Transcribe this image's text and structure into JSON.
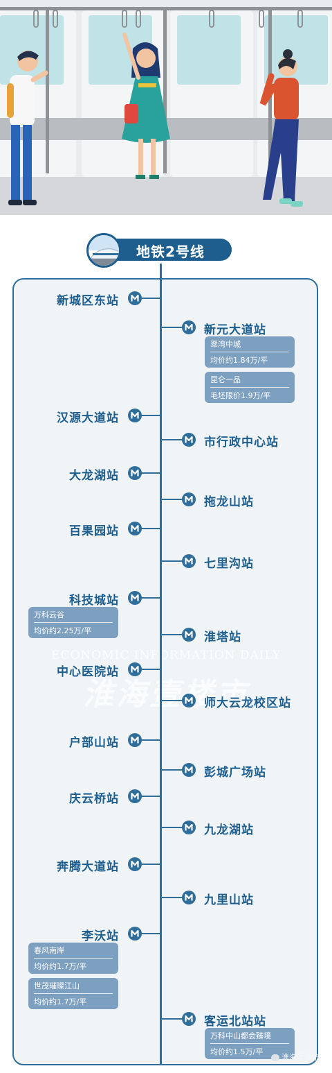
{
  "header": {
    "title": "地铁2号线"
  },
  "colors": {
    "primary": "#1d5e8f",
    "line": "#2f6e9b",
    "card": "#7d9fc0",
    "frame_bg": "#f0f4f7"
  },
  "watermark": {
    "en": "ECONOMIC INFORMATION DAILY",
    "cn": "淮海壹楼市"
  },
  "footer": {
    "wechat": "淮海壹楼市"
  },
  "stations": [
    {
      "name": "新城区东站",
      "side": "left",
      "cards": []
    },
    {
      "name": "新元大道站",
      "side": "right",
      "cards": [
        {
          "name": "翠湾中城",
          "price": "均价约1.84万/平"
        },
        {
          "name": "昆仑一品",
          "price": "毛坯限价1.9万/平"
        }
      ]
    },
    {
      "name": "汉源大道站",
      "side": "left",
      "cards": []
    },
    {
      "name": "市行政中心站",
      "side": "right",
      "cards": []
    },
    {
      "name": "大龙湖站",
      "side": "left",
      "cards": []
    },
    {
      "name": "拖龙山站",
      "side": "right",
      "cards": []
    },
    {
      "name": "百果园站",
      "side": "left",
      "cards": []
    },
    {
      "name": "七里沟站",
      "side": "right",
      "cards": []
    },
    {
      "name": "科技城站",
      "side": "left",
      "cards": [
        {
          "name": "万科云谷",
          "price": "均价约2.25万/平"
        }
      ]
    },
    {
      "name": "淮塔站",
      "side": "right",
      "cards": []
    },
    {
      "name": "中心医院站",
      "side": "left",
      "cards": []
    },
    {
      "name": "师大云龙校区站",
      "side": "right",
      "cards": []
    },
    {
      "name": "户部山站",
      "side": "left",
      "cards": []
    },
    {
      "name": "彭城广场站",
      "side": "right",
      "cards": []
    },
    {
      "name": "庆云桥站",
      "side": "left",
      "cards": []
    },
    {
      "name": "九龙湖站",
      "side": "right",
      "cards": []
    },
    {
      "name": "奔腾大道站",
      "side": "left",
      "cards": []
    },
    {
      "name": "九里山站",
      "side": "right",
      "cards": []
    },
    {
      "name": "李沃站",
      "side": "left",
      "cards": [
        {
          "name": "春风南岸",
          "price": "均价约1.7万/平"
        },
        {
          "name": "世茂璀璨江山",
          "price": "均价约1.7万/平"
        }
      ]
    },
    {
      "name": "客运北站站",
      "side": "right",
      "cards": [
        {
          "name": "万科中山都会臻境",
          "price": "均价约1.5万/平"
        }
      ]
    }
  ]
}
